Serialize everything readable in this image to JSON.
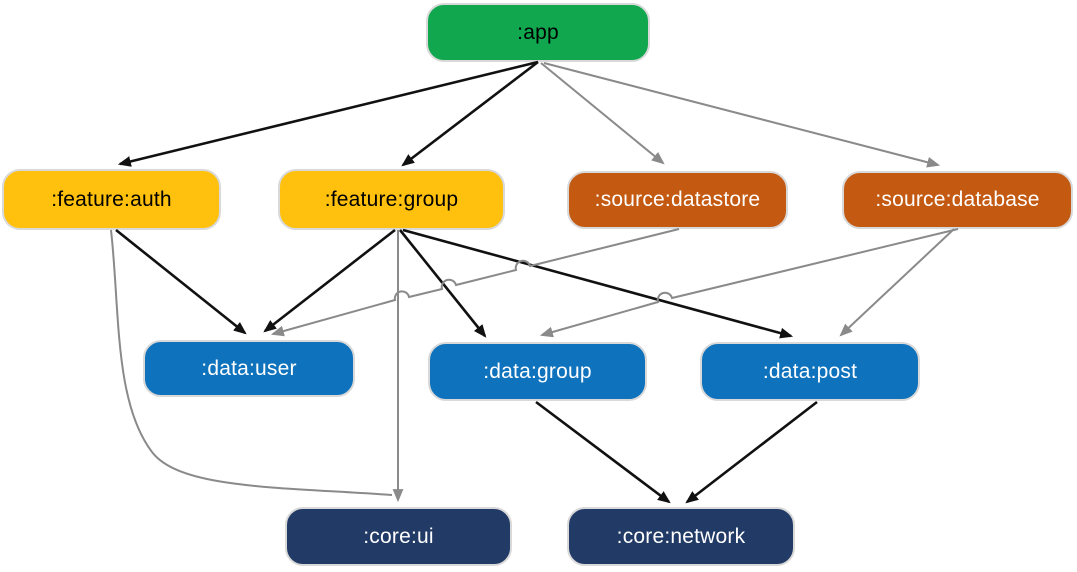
{
  "diagram": {
    "kind": "module-dependency-graph",
    "nodes": [
      {
        "id": "app",
        "label": ":app",
        "fill": "#10A74E",
        "text_color": "#000000",
        "group": "app"
      },
      {
        "id": "feature-auth",
        "label": ":feature:auth",
        "fill": "#FFC10D",
        "text_color": "#000000",
        "group": "feature"
      },
      {
        "id": "feature-group",
        "label": ":feature:group",
        "fill": "#FFC10D",
        "text_color": "#000000",
        "group": "feature"
      },
      {
        "id": "source-datastore",
        "label": ":source:datastore",
        "fill": "#C45911",
        "text_color": "#FFFFFF",
        "group": "source"
      },
      {
        "id": "source-database",
        "label": ":source:database",
        "fill": "#C45911",
        "text_color": "#FFFFFF",
        "group": "source"
      },
      {
        "id": "data-user",
        "label": ":data:user",
        "fill": "#0E72BC",
        "text_color": "#FFFFFF",
        "group": "data"
      },
      {
        "id": "data-group",
        "label": ":data:group",
        "fill": "#0E72BC",
        "text_color": "#FFFFFF",
        "group": "data"
      },
      {
        "id": "data-post",
        "label": ":data:post",
        "fill": "#0E72BC",
        "text_color": "#FFFFFF",
        "group": "data"
      },
      {
        "id": "core-ui",
        "label": ":core:ui",
        "fill": "#223A66",
        "text_color": "#FFFFFF",
        "group": "core"
      },
      {
        "id": "core-network",
        "label": ":core:network",
        "fill": "#223A66",
        "text_color": "#FFFFFF",
        "group": "core"
      }
    ],
    "edges": [
      {
        "from": "app",
        "to": "feature-auth",
        "color": "black"
      },
      {
        "from": "app",
        "to": "feature-group",
        "color": "black"
      },
      {
        "from": "app",
        "to": "source-datastore",
        "color": "gray"
      },
      {
        "from": "app",
        "to": "source-database",
        "color": "gray"
      },
      {
        "from": "feature-auth",
        "to": "data-user",
        "color": "black"
      },
      {
        "from": "feature-auth",
        "to": "core-ui",
        "color": "gray"
      },
      {
        "from": "feature-group",
        "to": "data-user",
        "color": "black"
      },
      {
        "from": "feature-group",
        "to": "data-group",
        "color": "black"
      },
      {
        "from": "feature-group",
        "to": "data-post",
        "color": "black"
      },
      {
        "from": "feature-group",
        "to": "core-ui",
        "color": "gray"
      },
      {
        "from": "source-datastore",
        "to": "data-user",
        "color": "gray"
      },
      {
        "from": "source-database",
        "to": "data-group",
        "color": "gray"
      },
      {
        "from": "source-database",
        "to": "data-post",
        "color": "gray"
      },
      {
        "from": "data-group",
        "to": "core-network",
        "color": "black"
      },
      {
        "from": "data-post",
        "to": "core-network",
        "color": "black"
      }
    ],
    "edge_colors": {
      "black": "#111111",
      "gray": "#8A8A8A"
    }
  }
}
